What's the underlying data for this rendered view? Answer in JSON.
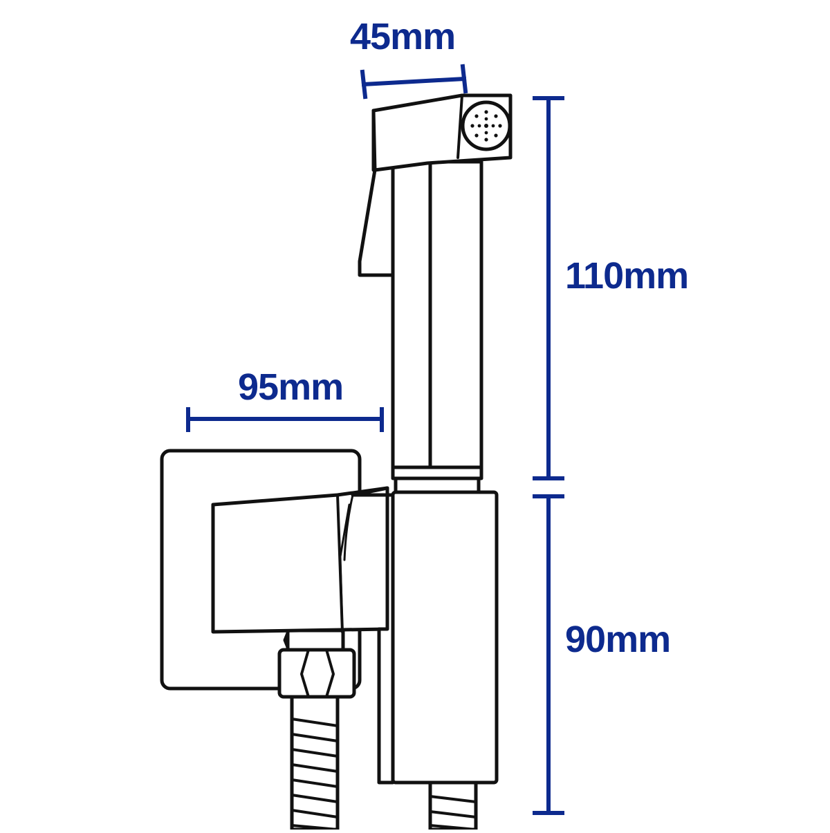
{
  "colors": {
    "dimension": "#0d2a8e",
    "outline": "#111111",
    "fill": "#ffffff"
  },
  "dimensions": {
    "sprayer_head_width": "45mm",
    "sprayer_height": "110mm",
    "wall_bracket_depth": "95mm",
    "holder_height": "90mm"
  }
}
